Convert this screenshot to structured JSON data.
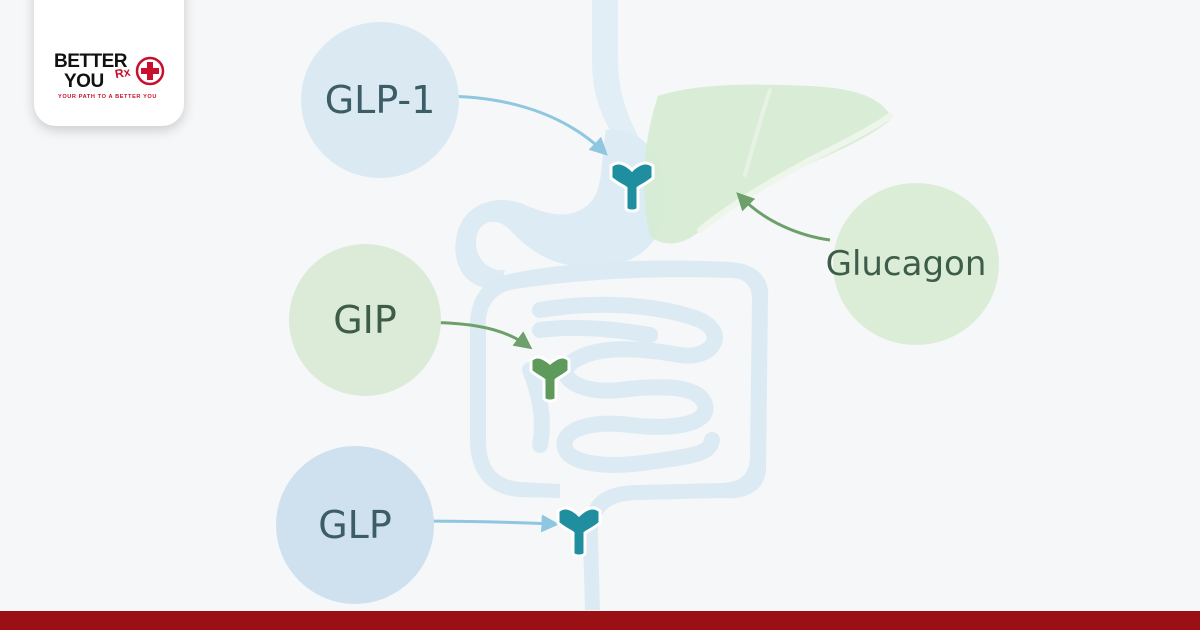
{
  "brand": {
    "line1": "BETTER",
    "line2": "YOU",
    "rx": "Rx",
    "tagline": "YOUR PATH TO A BETTER YOU"
  },
  "hormones": {
    "glp1": "GLP-1",
    "gip": "GIP",
    "glp": "GLP",
    "glucagon": "Glucagon"
  },
  "colors": {
    "brand_red": "#c8102e",
    "bar_red": "#9a1015",
    "teal_receptor": "#1f8fa0",
    "green_receptor": "#5d9a5b",
    "blue_arrow": "#8fc6e0",
    "green_arrow": "#6da06a"
  }
}
